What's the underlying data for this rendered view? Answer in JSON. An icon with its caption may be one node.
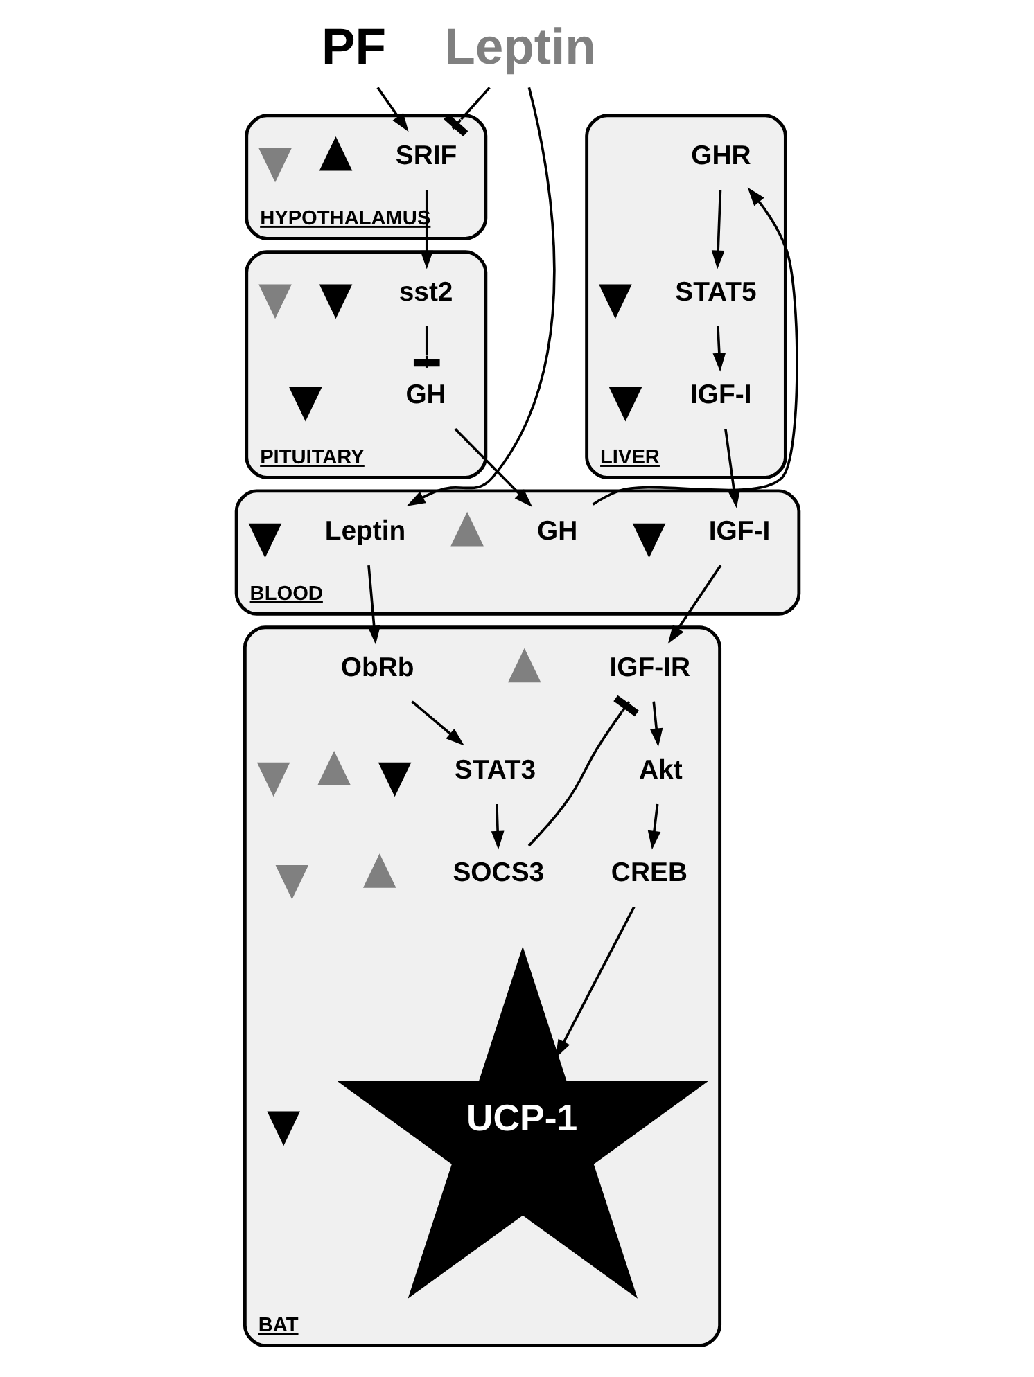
{
  "diagram": {
    "nodes": [
      {
        "text": [
          "PF"
        ]
      },
      {
        "text": [
          "Leptin"
        ]
      },
      {
        "text": [
          "HYPOTHALAMUS"
        ]
      },
      {
        "text": [
          "SRIF"
        ],
        "in": 2
      },
      {
        "text": [],
        "shape": "uparrow",
        "in": 2
      },
      {
        "text": [],
        "shape": "downarrow",
        "in": 2
      },
      {
        "text": [
          "PITUITARY"
        ]
      },
      {
        "text": [
          "sst2"
        ],
        "in": 6
      },
      {
        "text": [],
        "shape": "downarrow",
        "in": 6
      },
      {
        "text": [],
        "shape": "downarrow",
        "in": 6
      },
      {
        "text": [
          "GH"
        ],
        "in": 6
      },
      {
        "text": [],
        "shape": "downarrow",
        "in": 6
      },
      {
        "text": [
          "BLOOD"
        ]
      },
      {
        "text": [
          "GH"
        ],
        "in": 12
      },
      {
        "text": [],
        "shape": "downarrow",
        "in": 12
      },
      {
        "text": [
          "Leptin"
        ],
        "in": 12
      },
      {
        "text": [],
        "shape": "uparrow",
        "in": 12
      },
      {
        "text": [
          "IGF-I"
        ],
        "in": 12
      },
      {
        "text": [],
        "shape": "downarrow",
        "in": 12
      },
      {
        "text": [
          "LIVER"
        ]
      },
      {
        "text": [
          "GHR"
        ],
        "in": 19
      },
      {
        "text": [
          "STAT5"
        ],
        "in": 19
      },
      {
        "text": [],
        "shape": "downarrow",
        "in": 19
      },
      {
        "text": [
          "IGF-I"
        ],
        "in": 19
      },
      {
        "text": [],
        "shape": "downarrow",
        "in": 19
      },
      {
        "text": [
          "BAT"
        ]
      },
      {
        "text": [
          "IGF-IR"
        ],
        "in": 25
      },
      {
        "text": [],
        "shape": "uparrow",
        "in": 25
      },
      {
        "text": [
          "ObRb"
        ],
        "in": 25
      },
      {
        "text": [
          "Akt"
        ],
        "in": 25
      },
      {
        "text": [],
        "shape": "downarrow",
        "in": 25
      },
      {
        "text": [],
        "shape": "uparrow",
        "in": 25
      },
      {
        "text": [
          "STAT3"
        ],
        "in": 25
      },
      {
        "text": [],
        "shape": "downarrow",
        "in": 25
      },
      {
        "text": [
          "CREB"
        ],
        "in": 25
      },
      {
        "text": [],
        "shape": "uparrow",
        "in": 25
      },
      {
        "text": [
          "SOCS3"
        ],
        "in": 25
      },
      {
        "text": [],
        "shape": "downarrow",
        "in": 25
      },
      {
        "text": [
          "UCP-1"
        ],
        "in": 25
      },
      {
        "text": [],
        "shape": "downarrow",
        "in": 25
      }
    ],
    "edges": [
      {
        "from": 0,
        "to": 3,
        "arrow": "to"
      },
      {
        "from": 1,
        "to": 3,
        "arrow": "other"
      },
      {
        "from": 1,
        "to": 15,
        "arrow": "to"
      },
      {
        "from": 3,
        "to": 7,
        "arrow": "to"
      },
      {
        "from": 7,
        "to": 10,
        "arrow": "other"
      },
      {
        "from": 10,
        "to": 13,
        "arrow": "to"
      },
      {
        "from": 13,
        "to": 20,
        "arrow": "to"
      },
      {
        "from": 15,
        "to": 28,
        "arrow": "to"
      },
      {
        "from": 17,
        "to": 26,
        "arrow": "to"
      },
      {
        "from": 23,
        "to": 17,
        "arrow": "to"
      },
      {
        "from": 20,
        "to": 21,
        "arrow": "to"
      },
      {
        "from": 21,
        "to": 23,
        "arrow": "to"
      },
      {
        "from": 26,
        "to": 29,
        "arrow": "to"
      },
      {
        "from": 29,
        "to": 34,
        "arrow": "to"
      },
      {
        "from": 34,
        "to": 38,
        "arrow": "to"
      },
      {
        "from": 28,
        "to": 32,
        "arrow": "to"
      },
      {
        "from": 32,
        "to": 36,
        "arrow": "to"
      },
      {
        "from": 36,
        "to": 26,
        "arrow": "other"
      }
    ]
  }
}
